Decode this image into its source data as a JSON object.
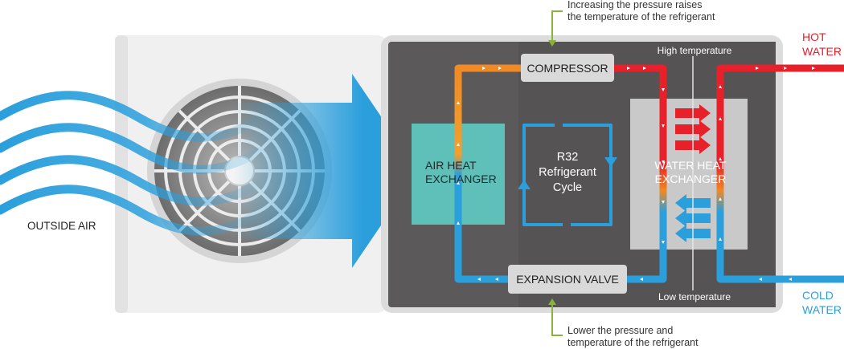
{
  "labels": {
    "outside_air": "OUTSIDE AIR",
    "compressor": "COMPRESSOR",
    "expansion_valve": "EXPANSION VALVE",
    "air_hx_line1": "AIR HEAT",
    "air_hx_line2": "EXCHANGER",
    "water_hx_line1": "WATER HEAT",
    "water_hx_line2": "EXCHANGER",
    "cycle_line1": "R32",
    "cycle_line2": "Refrigerant",
    "cycle_line3": "Cycle",
    "high_temp": "High temperature",
    "low_temp": "Low temperature",
    "hot_water_line1": "HOT",
    "hot_water_line2": "WATER",
    "cold_water_line1": "COLD",
    "cold_water_line2": "WATER",
    "top_note_line1": "Increasing the pressure raises",
    "top_note_line2": "the temperature of the refrigerant",
    "bottom_note_line1": "Lower the pressure and",
    "bottom_note_line2": "temperature of the refrigerant"
  },
  "colors": {
    "hot": "#e8202a",
    "cold": "#2b9fdc",
    "warm": "#f08a24",
    "air_exchanger": "#5fbfb9",
    "unit_body": "#5b595a",
    "unit_frame": "#dcdcdc",
    "callout_green": "#8ab33a",
    "hot_text": "#e8202a",
    "cold_text": "#2b9fdc"
  }
}
